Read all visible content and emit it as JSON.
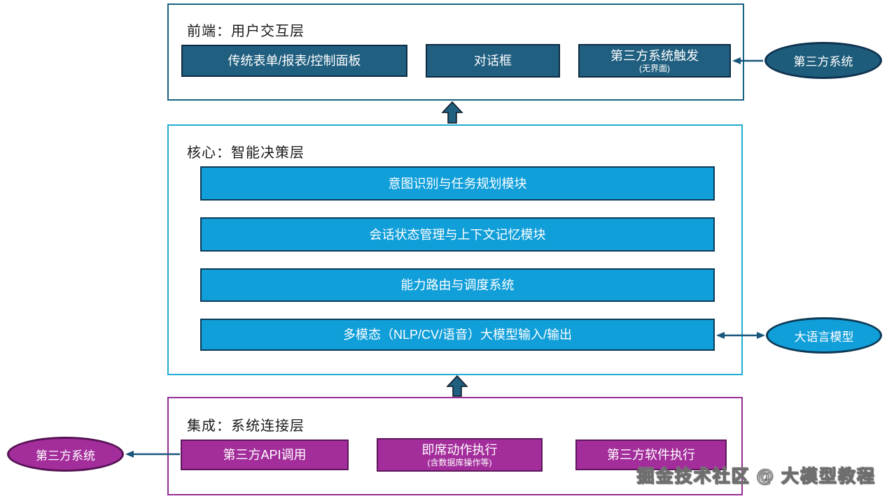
{
  "diagram": {
    "frontend": {
      "title": "前端：用户交互层",
      "box_form": "传统表单/报表/控制面板",
      "box_dialog": "对话框",
      "box_trigger": "第三方系统触发",
      "box_trigger_sub": "(无界面)"
    },
    "core": {
      "title": "核心：智能决策层",
      "box_intent": "意图识别与任务规划模块",
      "box_session": "会话状态管理与上下文记忆模块",
      "box_routing": "能力路由与调度系统",
      "box_multimodal": "多模态（NLP/CV/语音）大模型输入/输出"
    },
    "integration": {
      "title": "集成：系统连接层",
      "box_api": "第三方API调用",
      "box_adhoc": "即席动作执行",
      "box_adhoc_sub": "(含数据库操作等)",
      "box_software": "第三方软件执行"
    },
    "ellipse_third_party_top": "第三方系统",
    "ellipse_llm": "大语言模型",
    "ellipse_third_party_bottom": "第三方系统",
    "watermark": "掘金技术社区 @ 大模型教程"
  },
  "colors": {
    "teal_node_fill": "#205F80",
    "blue_node_fill": "#119FDA",
    "magenta_node_fill": "#A32D9B",
    "frontend_border": "#176380",
    "core_border": "#22ACD2",
    "integration_border": "#952D95",
    "connector_arrow": "#17557A"
  }
}
